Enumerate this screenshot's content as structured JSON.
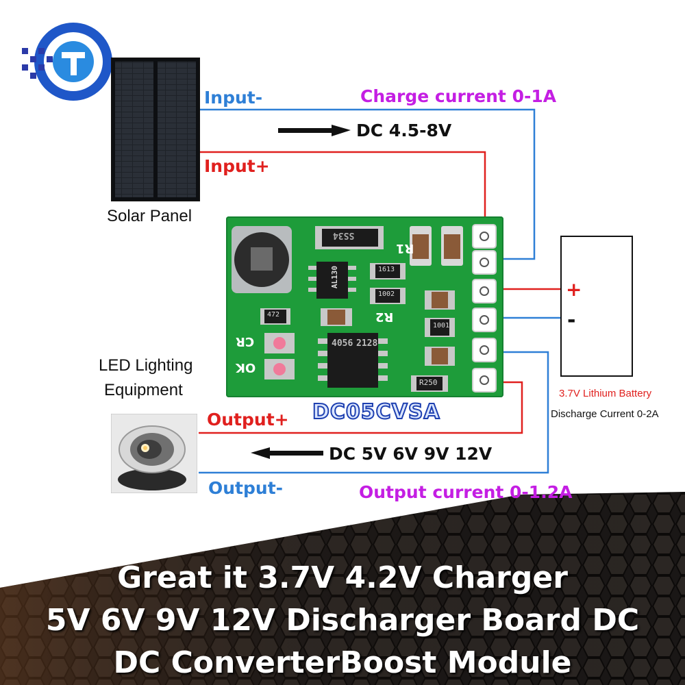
{
  "labels": {
    "input_minus": "Input-",
    "input_plus": "Input+",
    "charge_current": "Charge current 0-1A",
    "dc_input": "DC 4.5-8V",
    "solar_panel": "Solar Panel",
    "led_title_1": "LED Lighting",
    "led_title_2": "Equipment",
    "output_plus": "Output+",
    "output_minus": "Output-",
    "dc_output": "DC 5V 6V 9V 12V",
    "output_current": "Output current 0-1.2A",
    "battery_plus": "+",
    "battery_minus": "-",
    "battery_type": "3.7V Lithium Battery",
    "discharge_current": "Discharge Current 0-2A"
  },
  "board": {
    "model": "DC05CVSA",
    "chip_top": "AL130",
    "chip_main_1": "4056",
    "chip_main_2": "2128",
    "diode": "SS34",
    "silk_r1": "R1",
    "silk_r2": "R2",
    "silk_cr": "CR",
    "silk_ok": "OK",
    "res_1": "1613",
    "res_2": "1002",
    "res_3": "472",
    "res_4": "1001",
    "res_5": "R250"
  },
  "title": {
    "line1": "Great it 3.7V 4.2V Charger",
    "line2": "5V 6V 9V 12V Discharger Board DC",
    "line3": "DC ConverterBoost Module"
  },
  "colors": {
    "wire_blue": "#2e7fd6",
    "wire_red": "#e0201e",
    "pcb_green": "#1e9c3a",
    "label_magenta": "#c41ee3"
  }
}
